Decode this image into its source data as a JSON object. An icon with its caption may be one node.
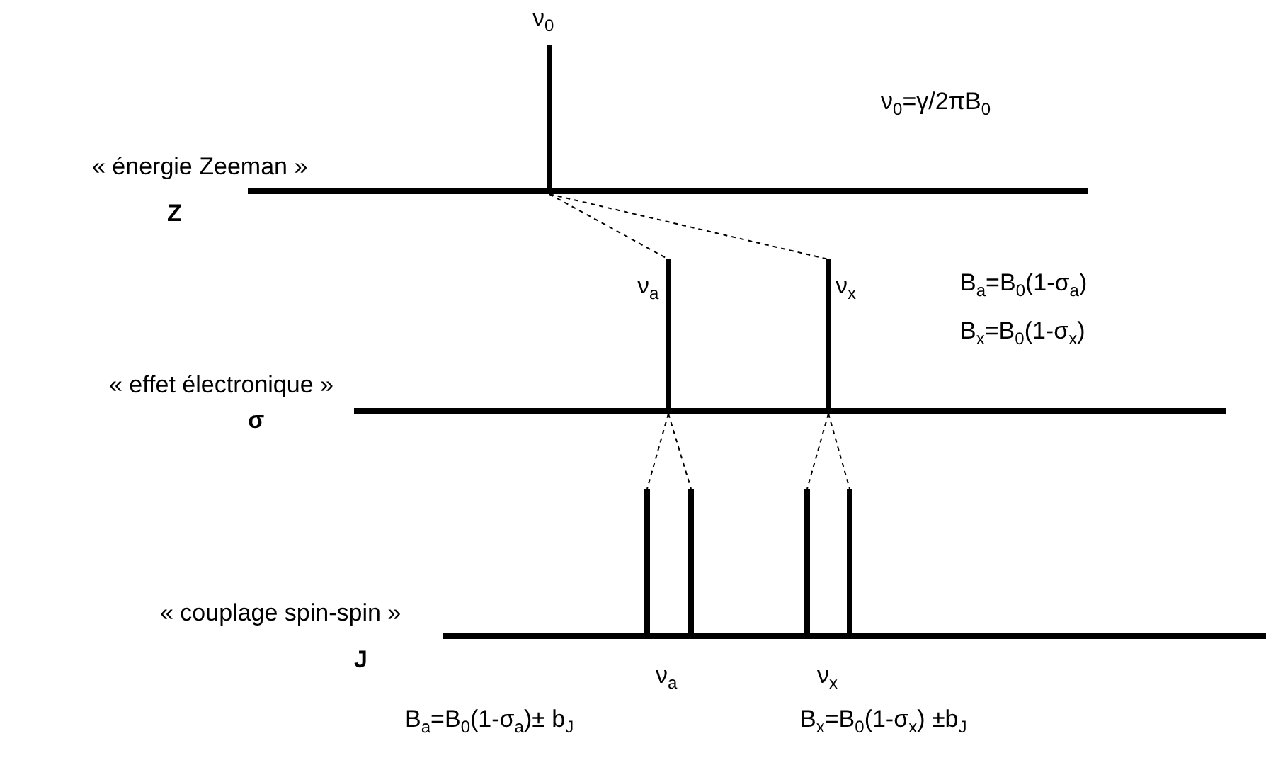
{
  "diagram": {
    "nodes": [
      {
        "text": [],
        "shape": "bar",
        "beside": [
          "ν$_{0}$"
        ]
      },
      {
        "text": [],
        "shape": "bar",
        "beside": [
          "ν$_{a}$"
        ]
      },
      {
        "text": [],
        "shape": "bar",
        "beside": [
          "ν$_{x}$"
        ]
      },
      {
        "text": [],
        "shape": "bar"
      },
      {
        "text": [],
        "shape": "bar"
      },
      {
        "text": [],
        "shape": "bar"
      },
      {
        "text": [],
        "shape": "bar"
      }
    ],
    "edges": [
      {
        "from": 0,
        "to": 1,
        "arrow": "none",
        "style": "dashed"
      },
      {
        "from": 0,
        "to": 2,
        "arrow": "none",
        "style": "dashed"
      },
      {
        "from": 1,
        "to": 3,
        "arrow": "none",
        "style": "dashed"
      },
      {
        "from": 1,
        "to": 4,
        "arrow": "none",
        "style": "dashed"
      },
      {
        "from": 2,
        "to": 5,
        "arrow": "none",
        "style": "dashed"
      },
      {
        "from": 2,
        "to": 6,
        "arrow": "none",
        "style": "dashed"
      }
    ],
    "labels": [
      "ν$_{0}$=γ/2πB$_{0}$",
      "« énergie Zeeman »",
      "Z",
      "B$_{a}$=B$_{0}$(1-σ$_{a}$)",
      "B$_{x}$=B$_{0}$(1-σ$_{x}$)",
      "« effet électronique »",
      "σ",
      "« couplage spin-spin »",
      "J",
      "ν$_{a}$",
      "ν$_{x}$",
      "B$_{a}$=B$_{0}$(1-σ$_{a}$)± b$_{J}$",
      "B$_{x}$=B$_{0}$(1-σ$_{x}$) ±b$_{J}$"
    ]
  }
}
